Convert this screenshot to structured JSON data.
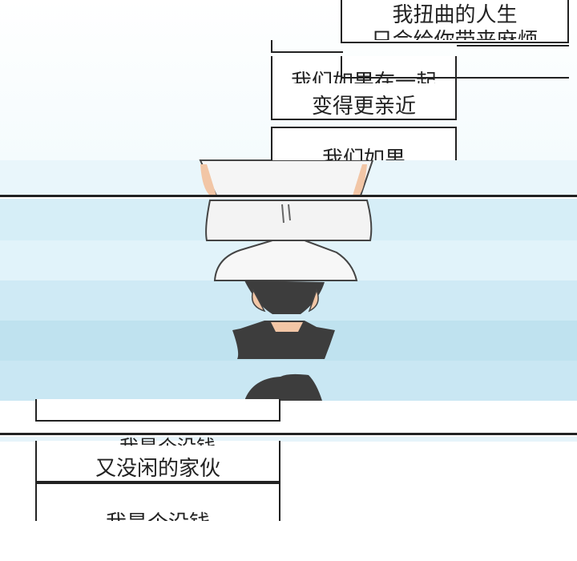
{
  "panels": {
    "box_top_right": {
      "line1": "我扭曲的人生",
      "line2": "只会给你带来麻烦"
    },
    "box_mid_right": {
      "line1": "我们如果在一起",
      "line2": "变得更亲近"
    },
    "box_small_right": {
      "line1": "我们如果"
    },
    "box_bottom_left_1": {
      "line1": "…我是个没钱",
      "line2": "又没闲的家伙"
    },
    "box_bottom_left_2": {
      "line1": "我是个没钱"
    }
  },
  "colors": {
    "band_light": "#e9f6fb",
    "band_mid": "#d6eef7",
    "band_deep": "#bfe2ef",
    "ink": "#222222",
    "skin": "#f2c6a6",
    "hair": "#3d3d3d",
    "shirt": "#f5f5f5"
  }
}
